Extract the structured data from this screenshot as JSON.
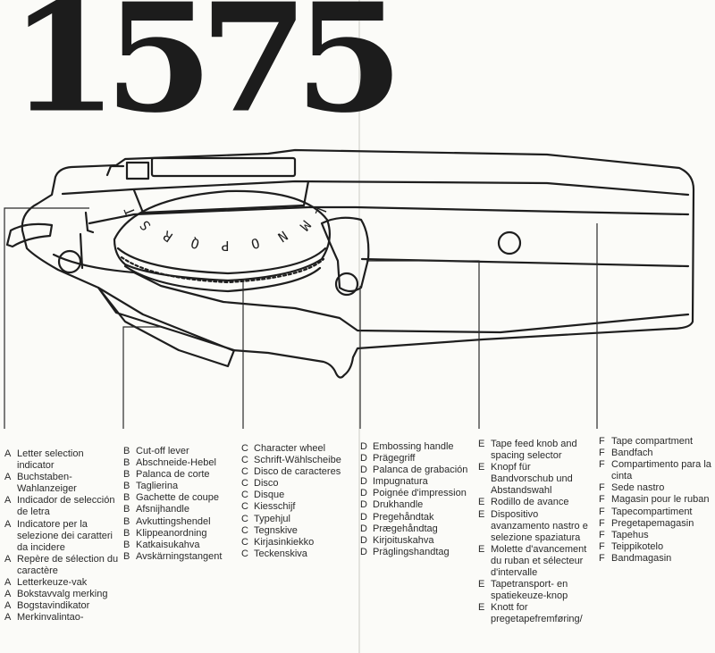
{
  "model_number": "1575",
  "wheel_letters": "LMNOPQRST",
  "columns": [
    {
      "key": "A",
      "entries": [
        "Letter selection indicator",
        "Buchstaben-Wahlanzeiger",
        "Indicador de selección de letra",
        "Indicatore per la selezione dei caratteri da incidere",
        "Repère de sélection du caractère",
        "Letterkeuze-vak",
        "Bokstavvalg merking",
        "Bogstavindikator",
        "Merkinvalintao-"
      ]
    },
    {
      "key": "B",
      "entries": [
        "Cut-off lever",
        "Abschneide-Hebel",
        "Palanca de corte",
        "Taglierina",
        "Gachette de coupe",
        "Afsnijhandle",
        "Avkuttingshendel",
        "Klippeanordning",
        "Katkaisukahva",
        "Avskärningstangent"
      ]
    },
    {
      "key": "C",
      "entries": [
        "Character wheel",
        "Schrift-Wählscheibe",
        "Disco de caracteres",
        "Disco",
        "Disque",
        "Kiesschijf",
        "Typehjul",
        "Tegnskive",
        "Kirjasinkiekko",
        "Teckenskiva"
      ]
    },
    {
      "key": "D",
      "entries": [
        "Embossing handle",
        "Prägegriff",
        "Palanca de grabación",
        "Impugnatura",
        "Poignée d'impression",
        "Drukhandle",
        "Pregehåndtak",
        "Prægehåndtag",
        "Kirjoituskahva",
        "Präglingshandtag"
      ]
    },
    {
      "key": "E",
      "entries": [
        "Tape feed knob and spacing selector",
        "Knopf für Bandvorschub und Abstandswahl",
        "Rodillo de avance",
        "Dispositivo avanzamento nastro e selezione spaziatura",
        "Molette d'avancement du ruban et sélecteur d'intervalle",
        "Tapetransport- en spatiekeuze-knop",
        "Knott for pregetapefremføring/"
      ]
    },
    {
      "key": "F",
      "entries": [
        "Tape compartment",
        "Bandfach",
        "Compartimento para la cinta",
        "Sede nastro",
        "Magasin pour le ruban",
        "Tapecompartiment",
        "Pregetapemagasin",
        "Tapehus",
        "Teippikotelo",
        "Bandmagasin"
      ]
    }
  ]
}
